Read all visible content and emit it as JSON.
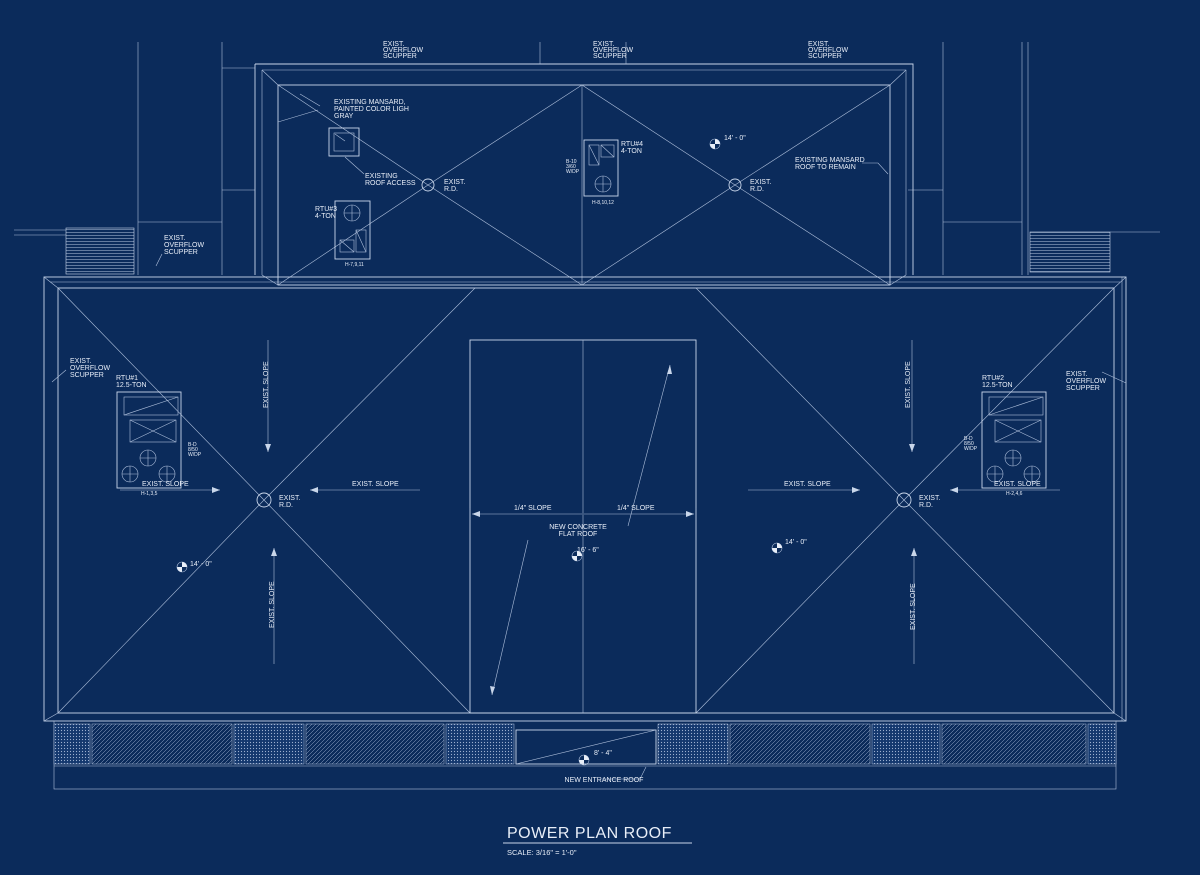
{
  "drawing": {
    "title": "POWER  PLAN ROOF",
    "scale": "SCALE: 3/16\" = 1'-0\""
  },
  "colors": {
    "background": "#0b2b5b",
    "linework": "#c9d6ea",
    "text": "#e8eef8"
  },
  "scuppers": {
    "top_left": [
      "EXIST.",
      "OVERFLOW",
      "SCUPPER"
    ],
    "top_center": [
      "EXIST.",
      "OVERFLOW",
      "SCUPPER"
    ],
    "top_right": [
      "EXIST.",
      "OVERFLOW",
      "SCUPPER"
    ],
    "left_upper": [
      "EXIST.",
      "OVERFLOW",
      "SCUPPER"
    ],
    "left_side": [
      "EXIST.",
      "OVERFLOW",
      "SCUPPER"
    ],
    "right_side": [
      "EXIST.",
      "OVERFLOW",
      "SCUPPER"
    ]
  },
  "notes": {
    "mansard_gray": [
      "EXISTING MANSARD,",
      "PAINTED COLOR LIGH",
      "GRAY"
    ],
    "roof_access": [
      "EXISTING",
      "ROOF ACCESS"
    ],
    "mansard_remain": [
      "EXISTING MANSARD",
      "ROOF TO REMAIN"
    ],
    "new_concrete": [
      "NEW CONCRETE",
      "FLAT ROOF"
    ],
    "new_entrance": "NEW ENTRANCE ROOF"
  },
  "units": {
    "rtu1": {
      "name": "RTU#1",
      "tons": "12.5-TON",
      "tag": "H-1,3,5",
      "side": [
        "B-D",
        "8/50",
        "W/DP"
      ]
    },
    "rtu2": {
      "name": "RTU#2",
      "tons": "12.5-TON",
      "tag": "H-2,4,6",
      "side": [
        "B-D",
        "8/50",
        "W/DP"
      ]
    },
    "rtu3": {
      "name": "RTU#3",
      "tons": "4-TON",
      "tag": "H-7,9,11"
    },
    "rtu4": {
      "name": "RTU#4",
      "tons": "4-TON",
      "tag": "H-8,10,12",
      "side": [
        "B-10",
        "3/60",
        "W/DP"
      ]
    }
  },
  "drains": {
    "upper_left": [
      "EXIST.",
      "R.D."
    ],
    "upper_right": [
      "EXIST.",
      "R.D."
    ],
    "lower_left": [
      "EXIST.",
      "R.D."
    ],
    "lower_right": [
      "EXIST.",
      "R.D."
    ]
  },
  "slopes": {
    "exist": "EXIST. SLOPE",
    "quarter": "1/4\" SLOPE"
  },
  "elevations": {
    "upper": "14' - 0\"",
    "left": "14' - 0\"",
    "right": "14' - 0\"",
    "center": "16' - 6\"",
    "entrance": "8' - 4\""
  }
}
